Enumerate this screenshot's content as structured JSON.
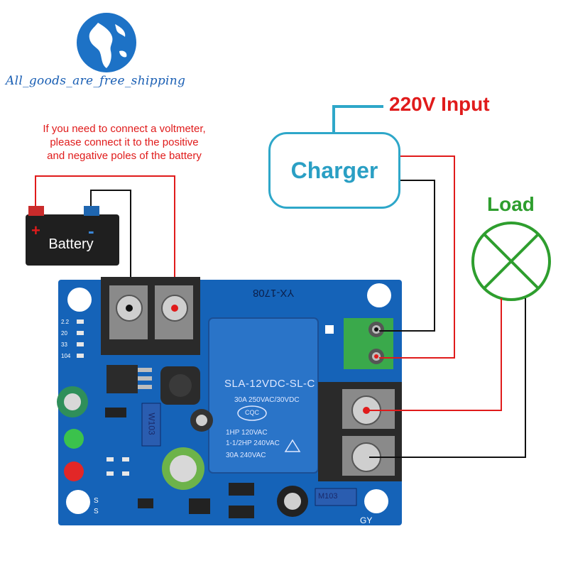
{
  "logo": {
    "text": "All_goods_are_free_shipping"
  },
  "note": {
    "lines": [
      "If you need to connect a voltmeter,",
      "please connect it to the positive",
      "and negative poles of the battery"
    ]
  },
  "charger": {
    "input_label": "220V Input",
    "label": "Charger"
  },
  "load": {
    "label": "Load"
  },
  "battery": {
    "label": "Battery",
    "plus": "+",
    "minus": "-"
  },
  "board": {
    "model": "YX-1708",
    "relay_model": "SLA-12VDC-SL-C",
    "relay_spec1": "30A  250VAC/30VDC",
    "relay_spec2": "1HP 120VAC",
    "relay_spec3": "1-1/2HP 240VAC",
    "relay_spec4": "30A 240VAC",
    "cqc": "CQC",
    "pot1_label": "W103",
    "pot2_label": "M103",
    "silk_gy": "GY",
    "silk_left": [
      "2.2",
      "20",
      "33",
      "104"
    ],
    "silk_s": "S"
  },
  "colors": {
    "wire_red": "#e01b1b",
    "wire_black": "#111111",
    "charger_blue": "#2ea7c9",
    "load_green": "#2e9e2e",
    "pcb_blue": "#1563b8"
  }
}
